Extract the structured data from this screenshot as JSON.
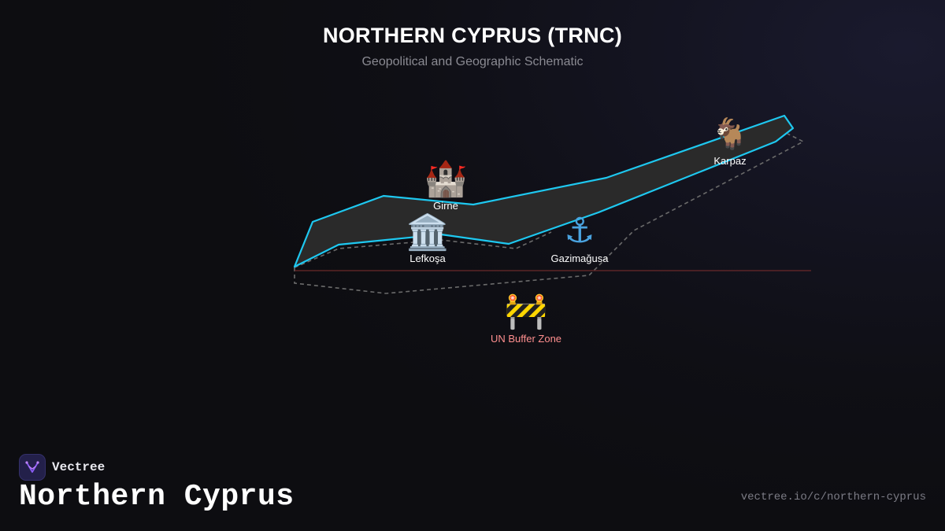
{
  "header": {
    "title": "NORTHERN CYPRUS (TRNC)",
    "subtitle": "Geopolitical and Geographic Schematic"
  },
  "map": {
    "colors": {
      "territory_fill": "#2a2a2a",
      "territory_outline": "#1ec8f0",
      "dashed_outline": "#6a6a6a",
      "buffer_line": "#6b2a2a",
      "label_text": "#ffffff",
      "buffer_label_text": "#ff8f8f"
    },
    "places": [
      {
        "id": "girne",
        "label": "Girne",
        "icon": "castle-icon",
        "glyph": "🏰"
      },
      {
        "id": "lefkosa",
        "label": "Lefkoşa",
        "icon": "government-building-icon",
        "glyph": "🏛️"
      },
      {
        "id": "gazimagusa",
        "label": "Gazimağusa",
        "icon": "anchor-icon",
        "glyph": "⚓"
      },
      {
        "id": "karpaz",
        "label": "Karpaz",
        "icon": "donkey-icon",
        "glyph": "🐐"
      },
      {
        "id": "buffer",
        "label": "UN Buffer Zone",
        "icon": "construction-barrier-icon",
        "glyph": "🚧"
      }
    ]
  },
  "brand": {
    "name": "Vectree",
    "logo_icon": "vectree-logo-icon",
    "accent": "#8b5cf6"
  },
  "footer": {
    "title": "Northern Cyprus",
    "url": "vectree.io/c/northern-cyprus"
  }
}
